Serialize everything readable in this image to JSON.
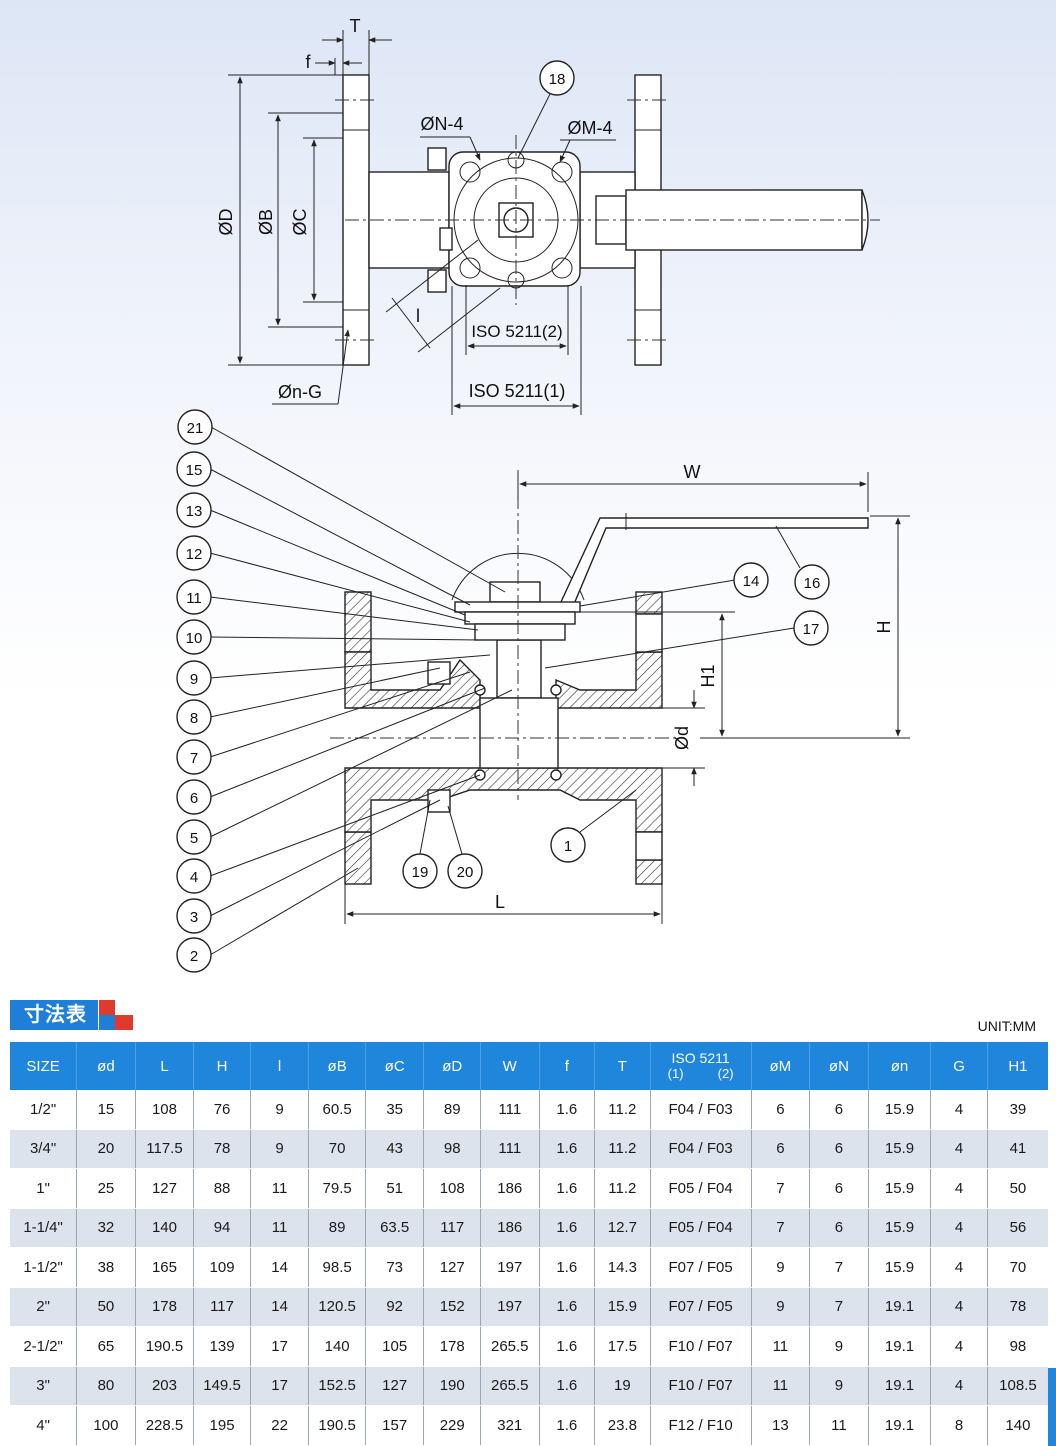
{
  "drawing": {
    "top_view": {
      "labels": {
        "T": "T",
        "f": "f",
        "D": "ØD",
        "B": "ØB",
        "C": "ØC",
        "N": "ØN-4",
        "M": "ØM-4",
        "l": "l",
        "nG": "Øn-G",
        "iso2": "ISO 5211(2)",
        "iso1": "ISO 5211(1)",
        "part18": "18"
      }
    },
    "section_view": {
      "left_callouts": [
        "21",
        "15",
        "13",
        "12",
        "11",
        "10",
        "9",
        "8",
        "7",
        "6",
        "5",
        "4",
        "3",
        "2"
      ],
      "other_callouts": {
        "p14": "14",
        "p16": "16",
        "p17": "17",
        "p1": "1",
        "p19": "19",
        "p20": "20"
      },
      "labels": {
        "W": "W",
        "H": "H",
        "H1": "H1",
        "d": "Ød",
        "L": "L"
      }
    }
  },
  "table_section": {
    "title": "寸法表",
    "unit": "UNIT:MM",
    "colors": {
      "header": "#1f86dc",
      "title": "#1f7fd6",
      "accent": "#e03a2f",
      "row_alt": "#dde3ec"
    },
    "headers": [
      "SIZE",
      "ød",
      "L",
      "H",
      "l",
      "øB",
      "øC",
      "øD",
      "W",
      "f",
      "T",
      "ISO 5211",
      "øM",
      "øN",
      "øn",
      "G",
      "H1"
    ],
    "iso_sub": [
      "(1)",
      "(2)"
    ],
    "rows": [
      [
        "1/2\"",
        "15",
        "108",
        "76",
        "9",
        "60.5",
        "35",
        "89",
        "111",
        "1.6",
        "11.2",
        "F04 / F03",
        "6",
        "6",
        "15.9",
        "4",
        "39"
      ],
      [
        "3/4\"",
        "20",
        "117.5",
        "78",
        "9",
        "70",
        "43",
        "98",
        "111",
        "1.6",
        "11.2",
        "F04 / F03",
        "6",
        "6",
        "15.9",
        "4",
        "41"
      ],
      [
        "1\"",
        "25",
        "127",
        "88",
        "11",
        "79.5",
        "51",
        "108",
        "186",
        "1.6",
        "11.2",
        "F05 / F04",
        "7",
        "6",
        "15.9",
        "4",
        "50"
      ],
      [
        "1-1/4\"",
        "32",
        "140",
        "94",
        "11",
        "89",
        "63.5",
        "117",
        "186",
        "1.6",
        "12.7",
        "F05 / F04",
        "7",
        "6",
        "15.9",
        "4",
        "56"
      ],
      [
        "1-1/2\"",
        "38",
        "165",
        "109",
        "14",
        "98.5",
        "73",
        "127",
        "197",
        "1.6",
        "14.3",
        "F07 / F05",
        "9",
        "7",
        "15.9",
        "4",
        "70"
      ],
      [
        "2\"",
        "50",
        "178",
        "117",
        "14",
        "120.5",
        "92",
        "152",
        "197",
        "1.6",
        "15.9",
        "F07 / F05",
        "9",
        "7",
        "19.1",
        "4",
        "78"
      ],
      [
        "2-1/2\"",
        "65",
        "190.5",
        "139",
        "17",
        "140",
        "105",
        "178",
        "265.5",
        "1.6",
        "17.5",
        "F10 / F07",
        "11",
        "9",
        "19.1",
        "4",
        "98"
      ],
      [
        "3\"",
        "80",
        "203",
        "149.5",
        "17",
        "152.5",
        "127",
        "190",
        "265.5",
        "1.6",
        "19",
        "F10 / F07",
        "11",
        "9",
        "19.1",
        "4",
        "108.5"
      ],
      [
        "4\"",
        "100",
        "228.5",
        "195",
        "22",
        "190.5",
        "157",
        "229",
        "321",
        "1.6",
        "23.8",
        "F12 / F10",
        "13",
        "11",
        "19.1",
        "8",
        "140"
      ]
    ]
  }
}
